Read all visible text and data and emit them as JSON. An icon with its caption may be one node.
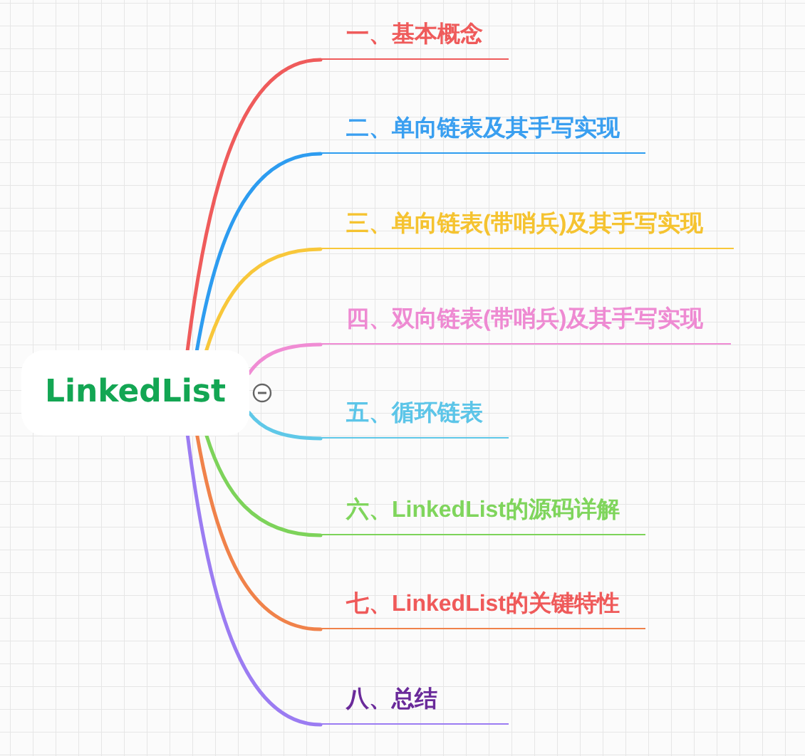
{
  "diagram": {
    "nodes": [
      {
        "text": [
          "LinkedList"
        ]
      },
      {
        "text": [
          "一、基本概念"
        ]
      },
      {
        "text": [
          "二、单向链表及其手写实现"
        ]
      },
      {
        "text": [
          "三、单向链表(带哨兵)及其手写实现"
        ]
      },
      {
        "text": [
          "四、双向链表(带哨兵)及其手写实现"
        ]
      },
      {
        "text": [
          "五、循环链表"
        ]
      },
      {
        "text": [
          "六、LinkedList的源码详解"
        ]
      },
      {
        "text": [
          "七、LinkedList的关键特性"
        ]
      },
      {
        "text": [
          "八、总结"
        ]
      }
    ],
    "edges": [
      {
        "from": 0,
        "to": 1,
        "arrow": "none",
        "color": "#ef5b5b"
      },
      {
        "from": 0,
        "to": 2,
        "arrow": "none",
        "color": "#2d9cf0"
      },
      {
        "from": 0,
        "to": 3,
        "arrow": "none",
        "color": "#f8c73a"
      },
      {
        "from": 0,
        "to": 4,
        "arrow": "none",
        "color": "#f08cd4"
      },
      {
        "from": 0,
        "to": 5,
        "arrow": "none",
        "color": "#5fc8e8"
      },
      {
        "from": 0,
        "to": 6,
        "arrow": "none",
        "color": "#7dd35a"
      },
      {
        "from": 0,
        "to": 7,
        "arrow": "none",
        "color": "#f0824a"
      },
      {
        "from": 0,
        "to": 8,
        "arrow": "none",
        "color": "#9b7cf2"
      }
    ]
  }
}
